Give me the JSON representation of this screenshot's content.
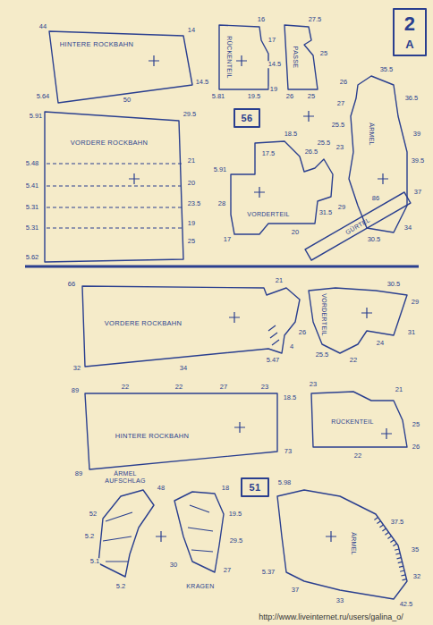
{
  "diagram": {
    "nodes": [
      {
        "text": [
          "2",
          "A"
        ]
      },
      {
        "text": [
          "HINTERE ROCKBAHN"
        ]
      },
      {
        "text": [
          "RÜCKENTEIL"
        ]
      },
      {
        "text": [
          "PASSE"
        ]
      },
      {
        "text": [
          "ÄRMEL"
        ]
      },
      {
        "text": [
          "56"
        ]
      },
      {
        "text": [
          "VORDERE ROCKBAHN"
        ]
      },
      {
        "text": [
          "VORDERTEIL"
        ]
      },
      {
        "text": [
          "GÜRTEL"
        ]
      },
      {
        "text": [
          "VORDERE ROCKBAHN"
        ]
      },
      {
        "text": [
          "VORDERTEIL"
        ]
      },
      {
        "text": [
          "HINTERE ROCKBAHN"
        ]
      },
      {
        "text": [
          "RÜCKENTEIL"
        ]
      },
      {
        "text": [
          "ÄRMEL AUFSCHLAG"
        ]
      },
      {
        "text": [
          "KRAGEN"
        ]
      },
      {
        "text": [
          "51"
        ]
      },
      {
        "text": [
          "ÄRMEL"
        ]
      }
    ],
    "labels": [
      "44",
      "14",
      "14.5",
      "5.64",
      "50",
      "5.91",
      "29.5",
      "5.48",
      "21",
      "20",
      "5.41",
      "23.5",
      "5.31",
      "19",
      "5.31",
      "25",
      "5.62",
      "16",
      "17",
      "14.5",
      "19",
      "5.81",
      "19.5",
      "27.5",
      "25",
      "26",
      "25",
      "35.5",
      "36.5",
      "39",
      "39.5",
      "37",
      "34",
      "26",
      "27",
      "25.5",
      "23",
      "29",
      "30.5",
      "18.5",
      "17.5",
      "26.5",
      "25.5",
      "31.5",
      "5.91",
      "28",
      "17",
      "20",
      "86",
      "66",
      "21",
      "5.47",
      "34",
      "4",
      "32",
      "30.5",
      "29",
      "31",
      "24",
      "22",
      "25.5",
      "26",
      "89",
      "22",
      "22",
      "27",
      "23",
      "18.5",
      "73",
      "89",
      "21",
      "25",
      "26",
      "22",
      "23",
      "48",
      "52",
      "5.2",
      "5.1",
      "5.2",
      "18",
      "19.5",
      "29.5",
      "27",
      "30",
      "5.98",
      "37.5",
      "35",
      "32",
      "42.5",
      "33",
      "37",
      "5.37",
      "http://www.liveinternet.ru/users/galina_o/"
    ]
  }
}
